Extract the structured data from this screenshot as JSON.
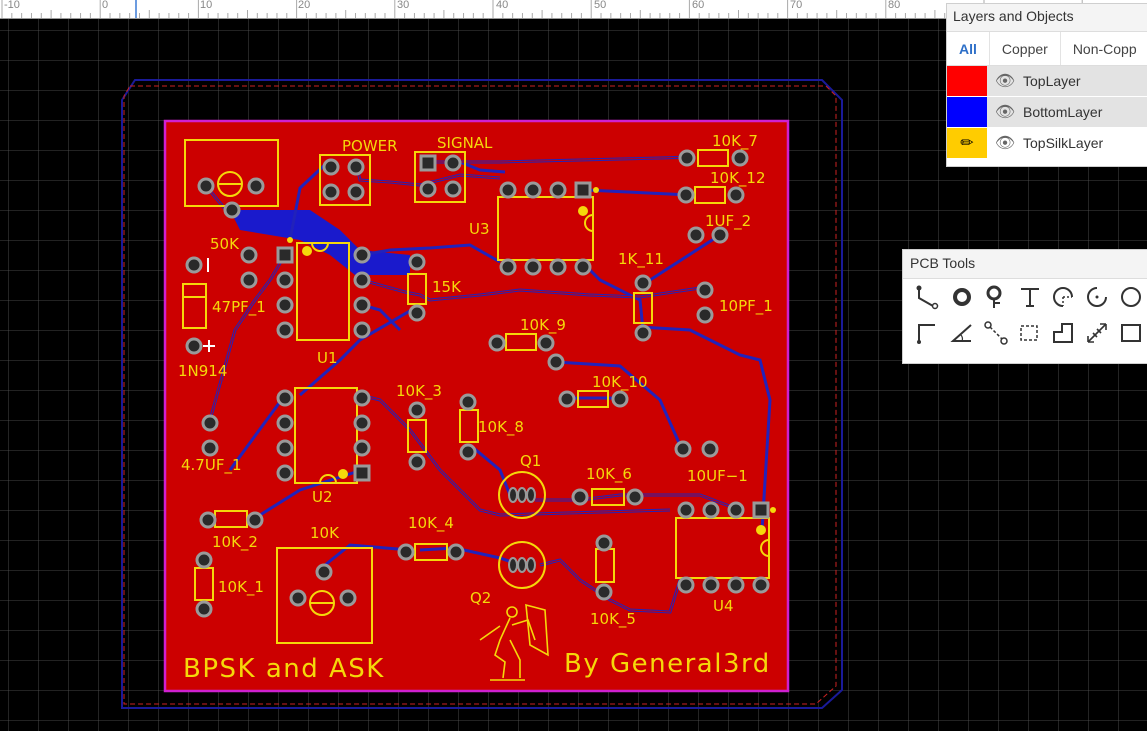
{
  "ruler": {
    "labels": [
      "-10",
      "0",
      "10",
      "20",
      "30",
      "40",
      "50",
      "60",
      "70",
      "80"
    ]
  },
  "board": {
    "silkscreen": {
      "title_left": "BPSK and ASK",
      "title_right": "By General3rd",
      "refs": {
        "power": "POWER",
        "signal": "SIGNAL",
        "u3": "U3",
        "u1": "U1",
        "u2": "U2",
        "u4": "U4",
        "q1": "Q1",
        "q2": "Q2",
        "r50k": "50K",
        "r15k": "15K",
        "c47pf": "47PF_1",
        "d1n914": "1N914",
        "c47uf": "4.7UF_1",
        "r10k_1": "10K_1",
        "r10k_2": "10K_2",
        "r10k_3": "10K_3",
        "r10k_4": "10K_4",
        "r10k_5": "10K_5",
        "r10k_6": "10K_6",
        "r10k_7": "10K_7",
        "r10k_8": "10K_8",
        "r10k_9": "10K_9",
        "r10k_10": "10K_10",
        "r10k_12": "10K_12",
        "r10k": "10K",
        "c1uf2": "1UF_2",
        "r1k11": "1K_11",
        "c10pf": "10PF_1",
        "c10uf": "10UF−1"
      }
    }
  },
  "layers_panel": {
    "title": "Layers and Objects",
    "tabs": [
      "All",
      "Copper",
      "Non-Copp"
    ],
    "active_tab": "All",
    "layers": [
      {
        "name": "TopLayer",
        "color": "#ff0000"
      },
      {
        "name": "BottomLayer",
        "color": "#0000ff"
      },
      {
        "name": "TopSilkLayer",
        "color": "#ffcc00"
      }
    ]
  },
  "tools_panel": {
    "title": "PCB Tools",
    "tools": [
      "track-icon",
      "pad-icon",
      "via-icon",
      "text-icon",
      "arc-icon",
      "circle-arc-icon",
      "circle-icon",
      "line-icon",
      "angle-icon",
      "connect-pad-icon",
      "rect-select-icon",
      "solid-region-icon",
      "dimension-icon",
      "rect-icon"
    ]
  },
  "colors": {
    "board": "#cc0000",
    "bottom_track": "#1a1acc",
    "silk": "#f5d80a",
    "outline": "#d020d0"
  }
}
